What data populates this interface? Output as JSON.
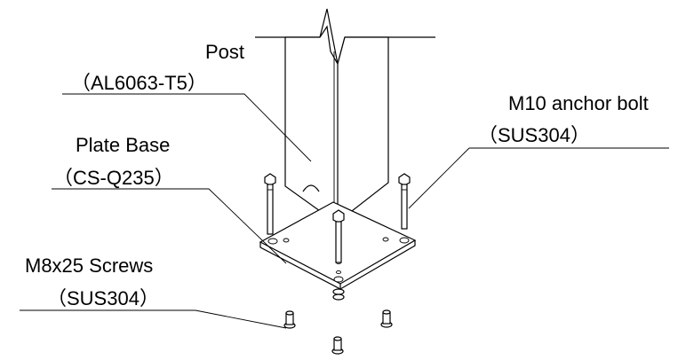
{
  "labels": {
    "post": {
      "name": "Post",
      "material": "（AL6063-T5）"
    },
    "anchor_bolt": {
      "name": "M10 anchor bolt",
      "material": "（SUS304）"
    },
    "plate_base": {
      "name": "Plate Base",
      "material": "（CS-Q235）"
    },
    "screws": {
      "name": "M8x25 Screws",
      "material": "（SUS304）"
    }
  }
}
